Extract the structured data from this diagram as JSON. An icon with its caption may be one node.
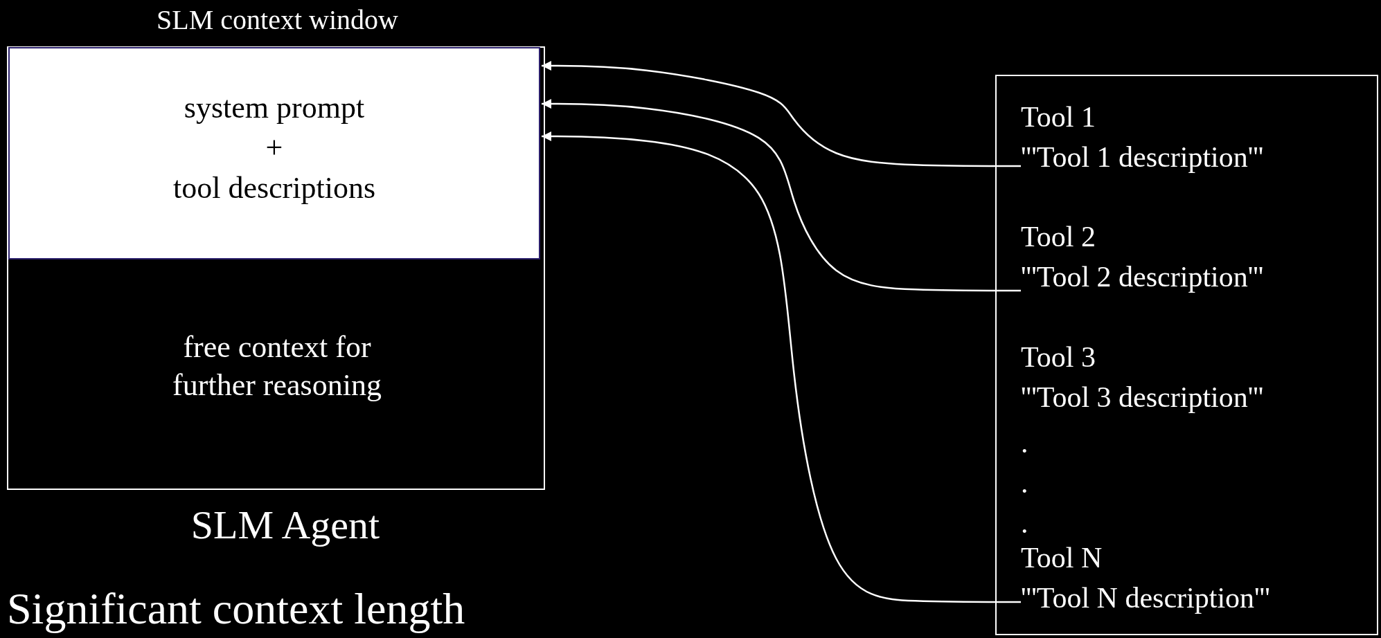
{
  "diagram": {
    "nodes": [
      {
        "text": [
          "SLM context window",
          "free context for further reasoning"
        ],
        "beside": [
          "SLM Agent"
        ]
      },
      {
        "text": [
          "system prompt",
          "+",
          "tool descriptions"
        ],
        "in": 0
      },
      {
        "text": [],
        "shape": "box"
      },
      {
        "text": [
          "Tool 1",
          "'''Tool 1 description'''"
        ],
        "in": 2
      },
      {
        "text": [
          "Tool 2",
          "'''Tool 2 description'''"
        ],
        "in": 2
      },
      {
        "text": [
          "Tool 3",
          "'''Tool 3 description'''"
        ],
        "in": 2
      },
      {
        "text": [
          "Tool N",
          "'''Tool N description'''"
        ],
        "in": 2
      }
    ],
    "edges": [
      {
        "from": 3,
        "to": 1,
        "arrow": "to"
      },
      {
        "from": 4,
        "to": 1,
        "arrow": "to"
      },
      {
        "from": 6,
        "to": 1,
        "arrow": "to"
      }
    ],
    "labels": [
      ".",
      ".",
      ".",
      "Significant context length"
    ]
  }
}
